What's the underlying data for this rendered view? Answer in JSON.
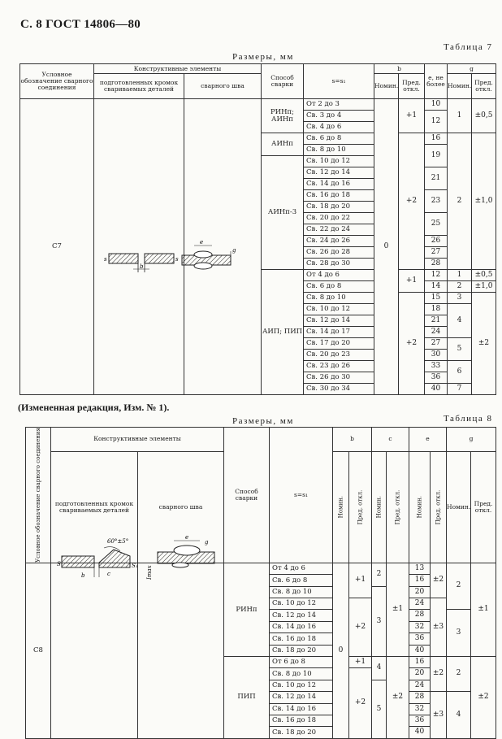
{
  "page_header": "С. 8 ГОСТ 14806—80",
  "table7": {
    "label": "Таблица 7",
    "dims": "Размеры, мм",
    "headers": {
      "symbol": "Условное обозначение сварного соединения",
      "elements": "Конструктивные элементы",
      "prepared": "подготовленных кромок свариваемых деталей",
      "weld": "сварного шва",
      "method": "Способ сварки",
      "s": "s=s₁",
      "b": "b",
      "e": "e, не более",
      "g": "g",
      "nom": "Номин.",
      "dev": "Пред. откл."
    },
    "symbol": "С7",
    "methods": [
      "РИНп; АИНп",
      "АИНп",
      "АИНп-3",
      "АИП; ПИП"
    ],
    "ranges": [
      "От 2 до 3",
      "Св. 3 до 4",
      "Св. 4 до 6",
      "Св. 6 до 8",
      "Св. 8 до 10",
      "Св. 10 до 12",
      "Св. 12 до 14",
      "Св. 14 до 16",
      "Св. 16 до 18",
      "Св. 18 до 20",
      "Св. 20 до 22",
      "Св. 22 до 24",
      "Св. 24 до 26",
      "Св. 26 до 28",
      "Св. 28 до 30",
      "От 4 до 6",
      "Св. 6 до 8",
      "Св. 8 до 10",
      "Св. 10 до 12",
      "Св. 12 до 14",
      "Св. 14 до 17",
      "Св. 17 до 20",
      "Св. 20 до 23",
      "Св. 23 до 26",
      "Св. 26 до 30",
      "Св. 30 до 34"
    ],
    "b_nom": "0",
    "b_dev": [
      "+1",
      "+2",
      "+1",
      "+2"
    ],
    "e": [
      "10",
      "12",
      "16",
      "19",
      "21",
      "23",
      "25",
      "26",
      "27",
      "28",
      "12",
      "14",
      "15",
      "18",
      "21",
      "24",
      "27",
      "30",
      "33",
      "36",
      "40"
    ],
    "g_nom": [
      "1",
      "2",
      "1",
      "2",
      "3",
      "4",
      "5",
      "6",
      "7"
    ],
    "g_dev": [
      "±0,5",
      "±1,0",
      "±0,5",
      "±1,0",
      "±2"
    ]
  },
  "note": "(Измененная редакция, Изм. № 1).",
  "table8": {
    "label": "Таблица 8",
    "dims": "Размеры, мм",
    "headers": {
      "symbol": "Условное обозначение сварного соединения",
      "elements": "Конструктивные элементы",
      "prepared": "подготовленных кромок свариваемых деталей",
      "weld": "сварного шва",
      "method": "Способ сварки",
      "s": "s=s₁",
      "b": "b",
      "c": "c",
      "e": "e",
      "g": "g",
      "nom": "Номин.",
      "dev": "Пред. откл."
    },
    "symbol": "С8",
    "methods": [
      "РИНп",
      "ПИП"
    ],
    "ranges": [
      "От 4 до 6",
      "Св. 6 до 8",
      "Св. 8 до 10",
      "Св. 10 до 12",
      "Св. 12 до 14",
      "Св. 14 до 16",
      "Св. 16 до 18",
      "Св. 18 до 20",
      "От 6 до 8",
      "Св. 8 до 10",
      "Св. 10 до 12",
      "Св. 12 до 14",
      "Св. 14 до 16",
      "Св. 16 до 18",
      "Св. 18 до 20"
    ],
    "b_nom": "0",
    "b_dev": [
      "+1",
      "+2",
      "+1",
      "+2"
    ],
    "c_nom": [
      "2",
      "3",
      "4",
      "5"
    ],
    "c_dev": [
      "±1",
      "±2"
    ],
    "e_nom": [
      "13",
      "16",
      "20",
      "24",
      "28",
      "32",
      "36",
      "40",
      "16",
      "20",
      "24",
      "28",
      "32",
      "36",
      "40"
    ],
    "e_dev": [
      "±2",
      "±3",
      "±2",
      "±3"
    ],
    "g_nom": [
      "2",
      "3",
      "2",
      "4"
    ],
    "g_dev": [
      "±1",
      "±2"
    ],
    "angle": "60°±5°",
    "drawing_labels": {
      "s": "S",
      "s1": "S₁",
      "b": "b",
      "c": "c",
      "g": "g",
      "e": "e",
      "emax": "Imax"
    }
  }
}
